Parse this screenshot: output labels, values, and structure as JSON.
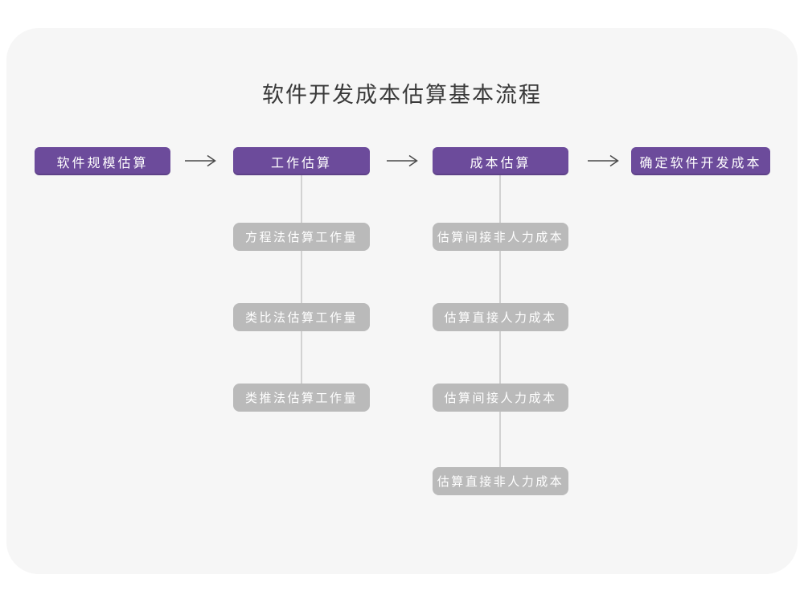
{
  "title": "软件开发成本估算基本流程",
  "colors": {
    "stage_bg": "#6C4B9B",
    "substep_bg": "#BABABA",
    "card_bg": "#F6F6F6",
    "arrow": "#4A4A4A",
    "connector": "#D2D2D2",
    "title_color": "#3A3A3A"
  },
  "stages": [
    {
      "label": "软件规模估算"
    },
    {
      "label": "工作估算"
    },
    {
      "label": "成本估算"
    },
    {
      "label": "确定软件开发成本"
    }
  ],
  "work_substeps": [
    {
      "label": "方程法估算工作量"
    },
    {
      "label": "类比法估算工作量"
    },
    {
      "label": "类推法估算工作量"
    }
  ],
  "cost_substeps": [
    {
      "label": "估算间接非人力成本"
    },
    {
      "label": "估算直接人力成本"
    },
    {
      "label": "估算间接人力成本"
    },
    {
      "label": "估算直接非人力成本"
    }
  ]
}
